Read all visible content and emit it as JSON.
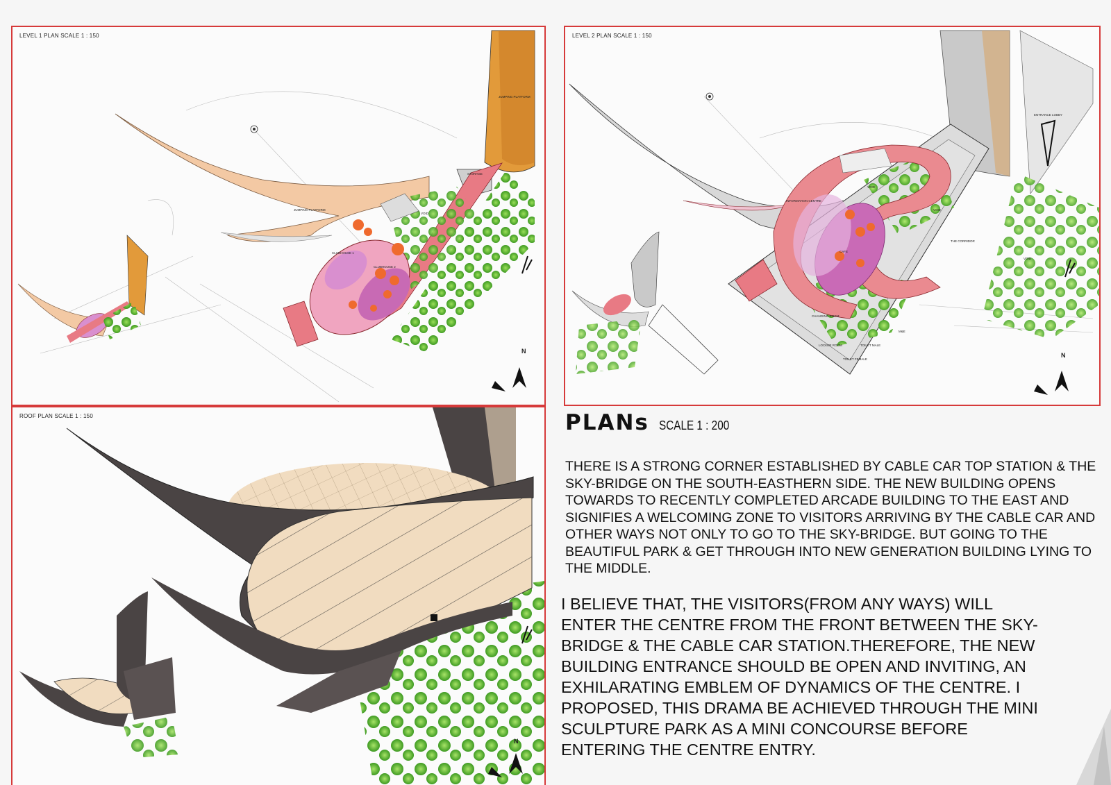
{
  "panels": {
    "level1": {
      "title": "LEVEL 1 PLAN    SCALE 1 : 150",
      "labels": {
        "jumping_platform": "JUMPING PLATFORM",
        "jumping_platform_top": "JUMPING PLATFORM",
        "clubhouse1": "CLUBHOUSE 1",
        "clubhouse2": "CLUBHOUSE 2",
        "storage": "STORAGE",
        "void": "VOID"
      },
      "north": "N"
    },
    "level2": {
      "title": "LEVEL 2 PLAN    SCALE 1 : 150",
      "labels": {
        "entrance_lobby": "ENTRANCE LOBBY",
        "information_centre": "INFORMATION CENTRE",
        "cafe": "CAFE",
        "the_corridor": "THE CORRIDOR",
        "void1": "VOID",
        "void2": "VOID",
        "void3": "VOID",
        "changing_room": "CHANGING ROOM",
        "locker_room": "LOCKER ROOM",
        "toilet_male": "TOILET MALE",
        "toilet_female": "TOILET FEMALE",
        "me": "M&E"
      },
      "north": "N"
    },
    "roof": {
      "title": "ROOF PLAN    SCALE 1 : 150",
      "north": "N"
    }
  },
  "heading": {
    "title": "PLANs",
    "scale": "SCALE 1 : 200"
  },
  "text": {
    "paragraph1": "THERE IS A STRONG CORNER ESTABLISHED BY CABLE CAR TOP STATION & THE SKY-BRIDGE ON THE SOUTH-EASTHERN SIDE. THE NEW BUILDING OPENS TOWARDS TO RECENTLY COMPLETED ARCADE BUILDING TO THE EAST AND SIGNIFIES A WELCOMING ZONE TO VISITORS ARRIVING BY THE CABLE CAR AND OTHER WAYS NOT ONLY TO GO TO THE SKY-BRIDGE. BUT GOING TO THE BEAUTIFUL PARK & GET THROUGH INTO NEW GENERATION BUILDING LYING TO THE MIDDLE.",
    "paragraph2": "I BELIEVE THAT, THE VISITORS(FROM ANY WAYS) WILL ENTER THE CENTRE FROM THE FRONT BETWEEN THE SKY-BRIDGE & THE CABLE CAR STATION.THEREFORE, THE NEW BUILDING ENTRANCE SHOULD BE OPEN AND INVITING, AN EXHILARATING EMBLEM OF DYNAMICS OF THE CENTRE. I PROPOSED, THIS DRAMA BE ACHIEVED THROUGH THE MINI SCULPTURE PARK AS A MINI CONCOURSE BEFORE ENTERING THE CENTRE ENTRY."
  },
  "colors": {
    "frame": "#d63a3a",
    "platform": "#f3c9a4",
    "pink": "#e87a84",
    "magenta": "#c86ab4",
    "orange": "#ef6a2e",
    "green": "#5dbb2f",
    "grey": "#d5d5d5",
    "roof_dark": "#4a4444",
    "roof_tan": "#f1dcc0"
  }
}
